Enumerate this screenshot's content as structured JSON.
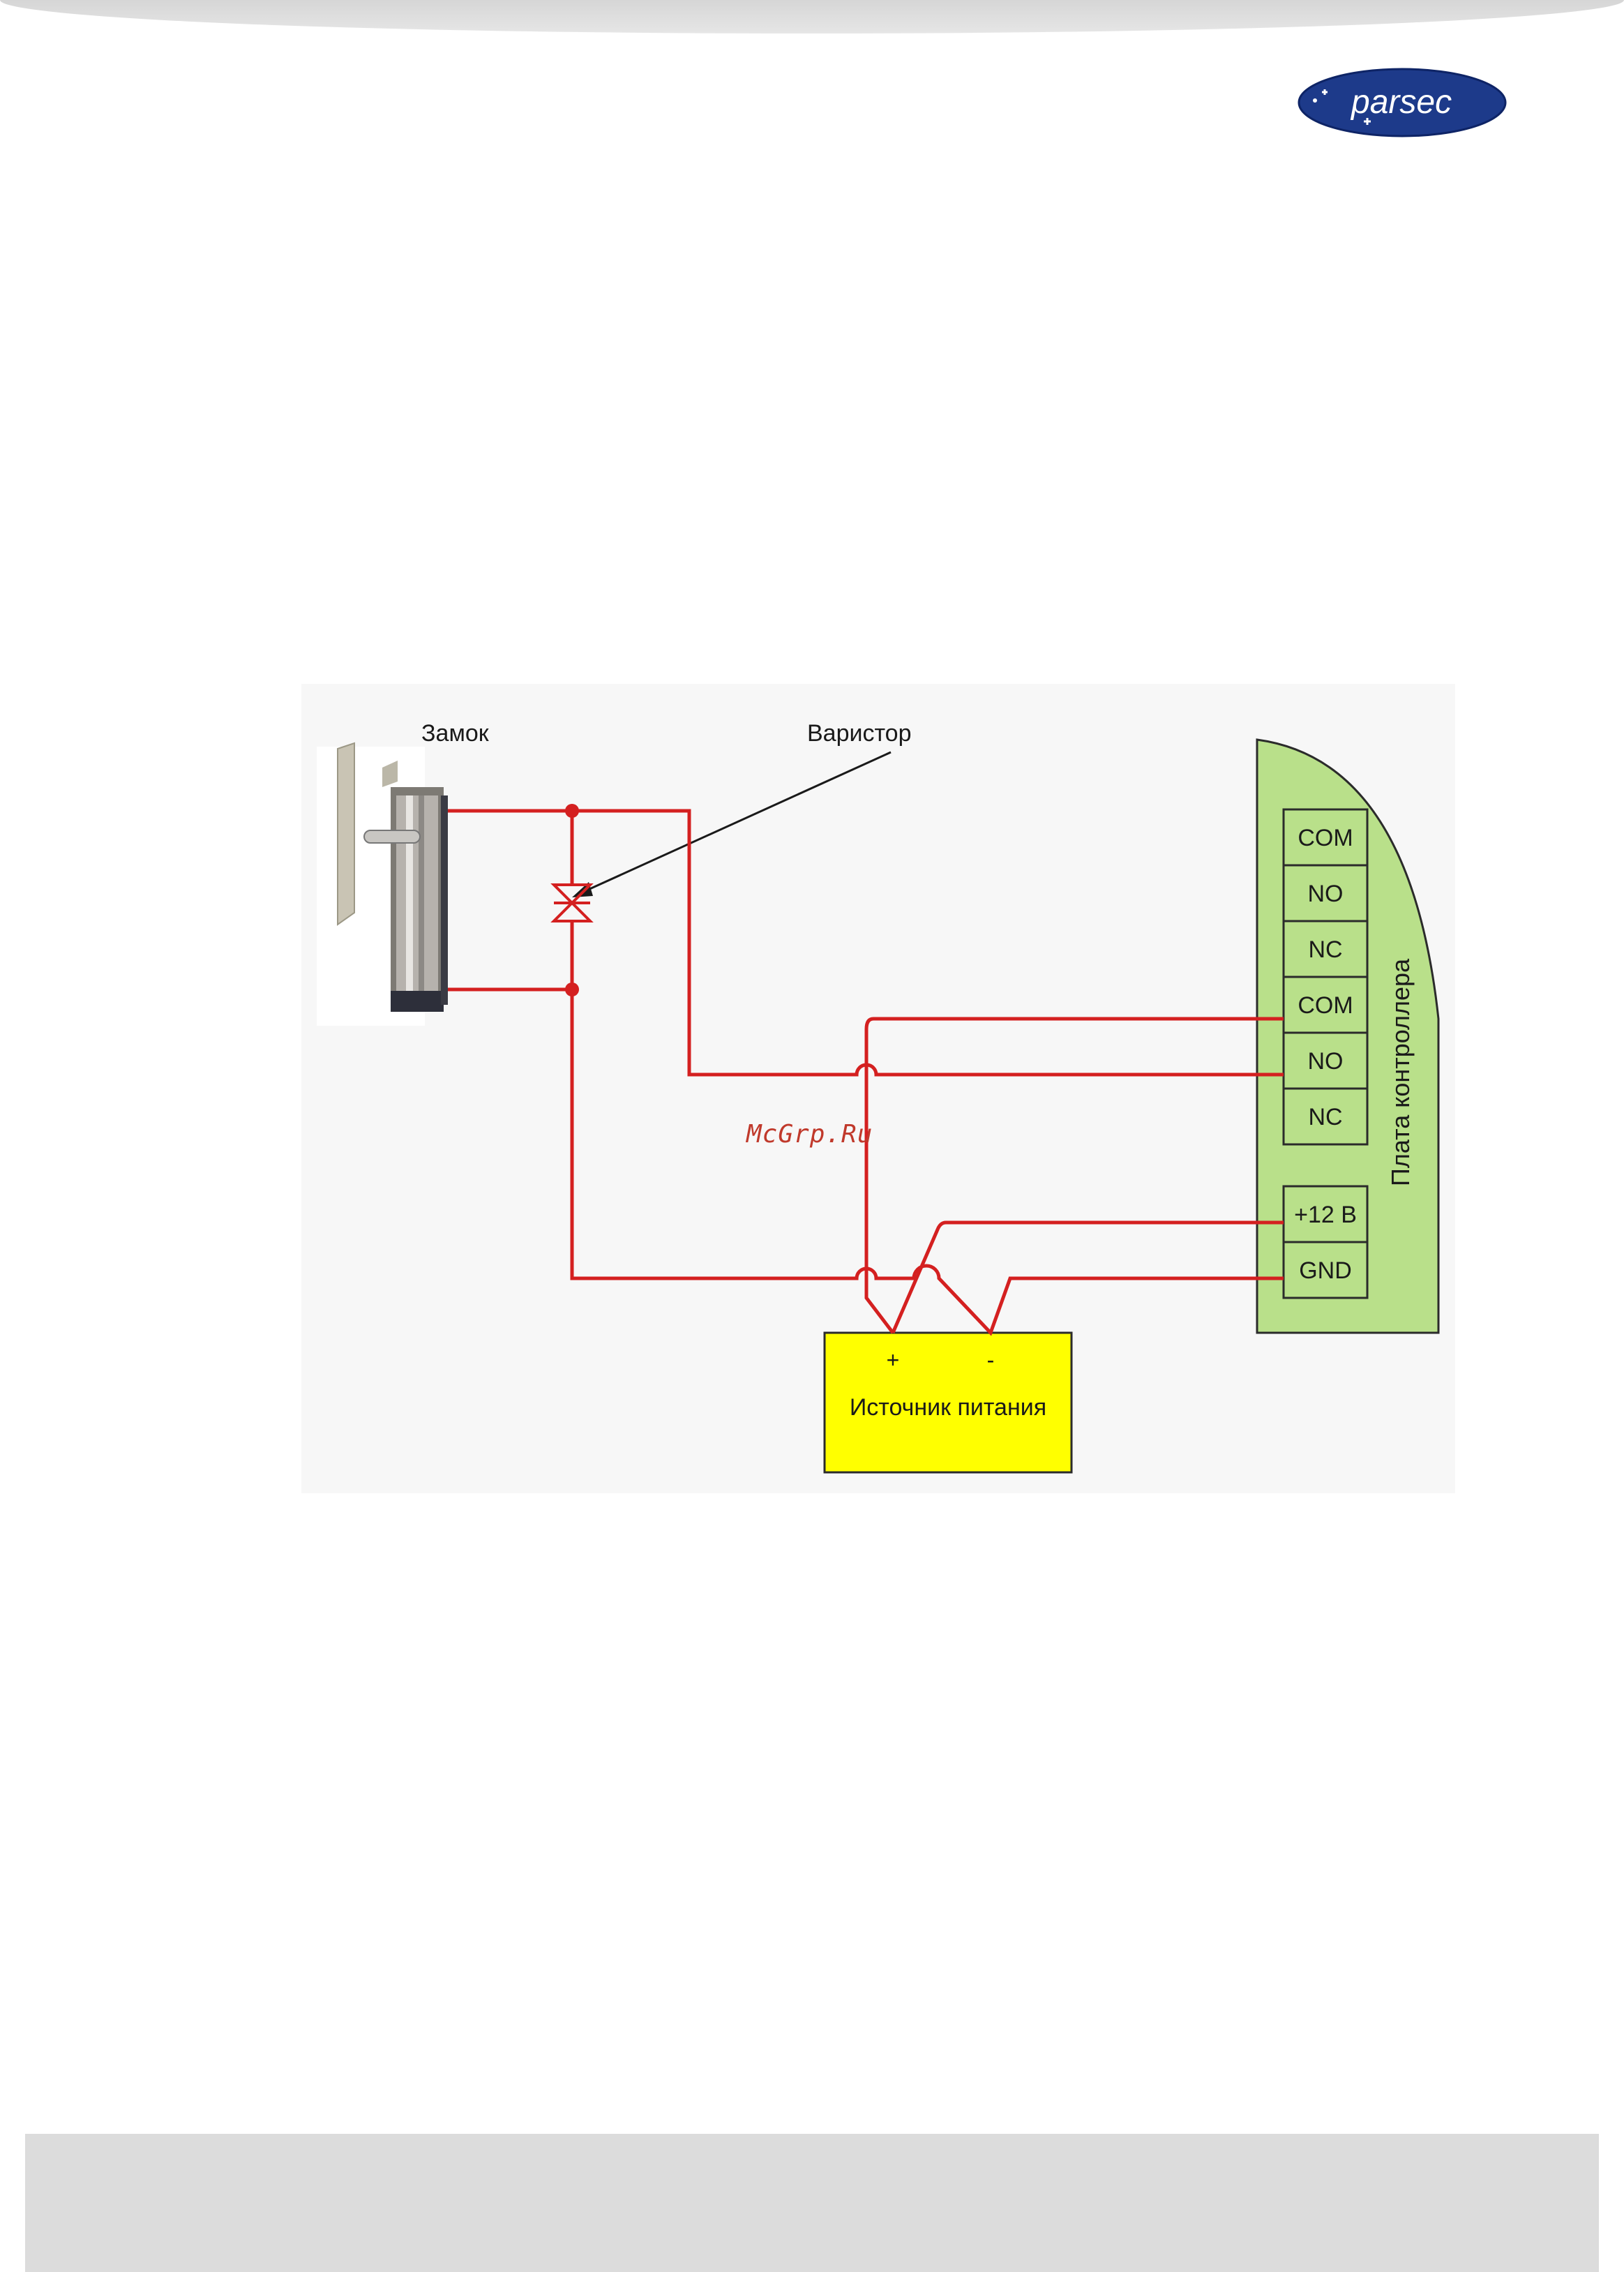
{
  "logo": {
    "text": "parsec"
  },
  "diagram": {
    "lock_label": "Замок",
    "varistor_label": "Варистор",
    "controller_label": "Плата контроллера",
    "terminals": [
      "COM",
      "NO",
      "NC",
      "COM",
      "NO",
      "NC",
      "+12 В",
      "GND"
    ],
    "psu": {
      "plus": "+",
      "minus": "-",
      "label": "Источник питания"
    },
    "colors": {
      "wire": "#d42020",
      "controller": "#b9e08a",
      "psu": "#ffff00"
    }
  },
  "watermark": "McGrp.Ru"
}
